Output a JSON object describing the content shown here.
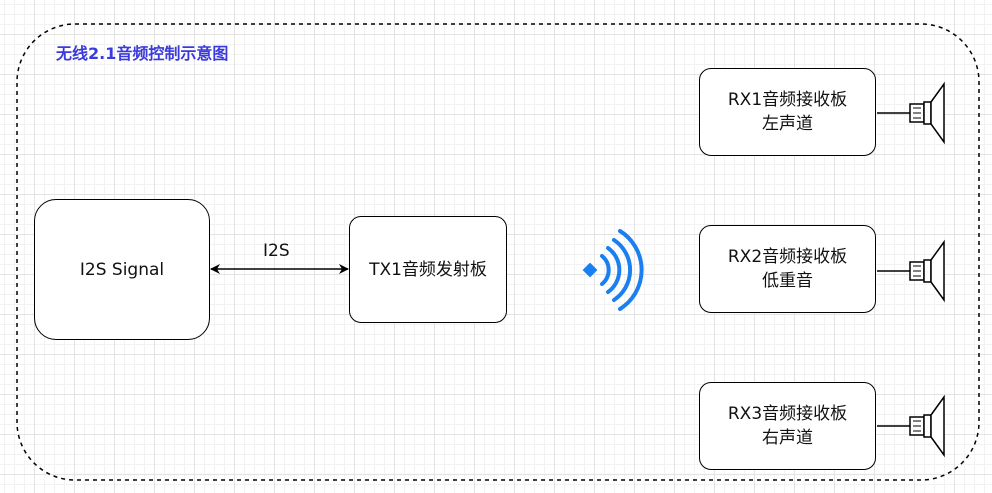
{
  "diagram": {
    "title": "无线2.1音频控制示意图",
    "signal_box": {
      "label": "I2S Signal"
    },
    "link_label": "I2S",
    "tx_box": {
      "label": "TX1音频发射板"
    },
    "receivers": [
      {
        "line1": "RX1音频接收板",
        "line2": "左声道"
      },
      {
        "line1": "RX2音频接收板",
        "line2": "低重音"
      },
      {
        "line1": "RX3音频接收板",
        "line2": "右声道"
      }
    ],
    "icons": {
      "wireless": "wifi-signal-icon",
      "speaker": "speaker-icon"
    },
    "colors": {
      "title": "#3b3bdd",
      "wireless": "#1a7ff0",
      "stroke": "#000000"
    }
  }
}
